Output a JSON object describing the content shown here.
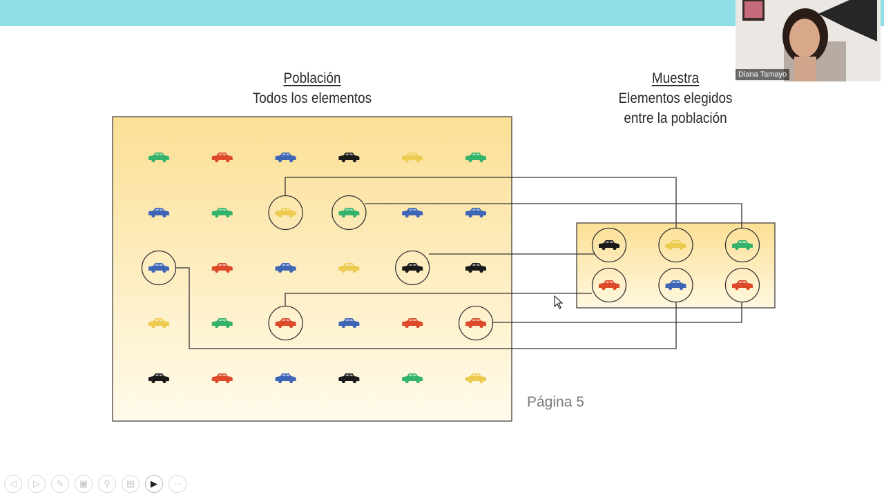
{
  "population": {
    "title": "Población",
    "subtitle": "Todos los elementos",
    "grid": [
      [
        "green",
        "red",
        "blue",
        "black",
        "yellow",
        "green"
      ],
      [
        "blue",
        "green",
        "yellow",
        "green",
        "blue",
        "blue"
      ],
      [
        "blue",
        "red",
        "blue",
        "yellow",
        "black",
        "black"
      ],
      [
        "yellow",
        "green",
        "red",
        "blue",
        "red",
        "red"
      ],
      [
        "black",
        "red",
        "blue",
        "black",
        "green",
        "yellow"
      ]
    ],
    "circled": [
      [
        1,
        2
      ],
      [
        1,
        3
      ],
      [
        2,
        0
      ],
      [
        2,
        4
      ],
      [
        3,
        2
      ],
      [
        3,
        5
      ]
    ]
  },
  "sample": {
    "title": "Muestra",
    "subtitle_line1": "Elementos elegidos",
    "subtitle_line2": "entre la población",
    "grid": [
      [
        "black",
        "yellow",
        "green"
      ],
      [
        "red",
        "blue",
        "red"
      ]
    ]
  },
  "colors": {
    "red": "#dc4a2a",
    "green": "#35b36b",
    "blue": "#3f66b6",
    "black": "#1a1a1a",
    "yellow": "#edcb50",
    "top_band": "#8fe0e6"
  },
  "page_label": "Página 5",
  "video": {
    "name": "Diana Tamayo"
  },
  "toolbar": {
    "icons": [
      "back-icon",
      "forward-icon",
      "pen-icon",
      "slides-icon",
      "zoom-icon",
      "caption-icon",
      "video-camera-icon",
      "more-icon"
    ]
  }
}
